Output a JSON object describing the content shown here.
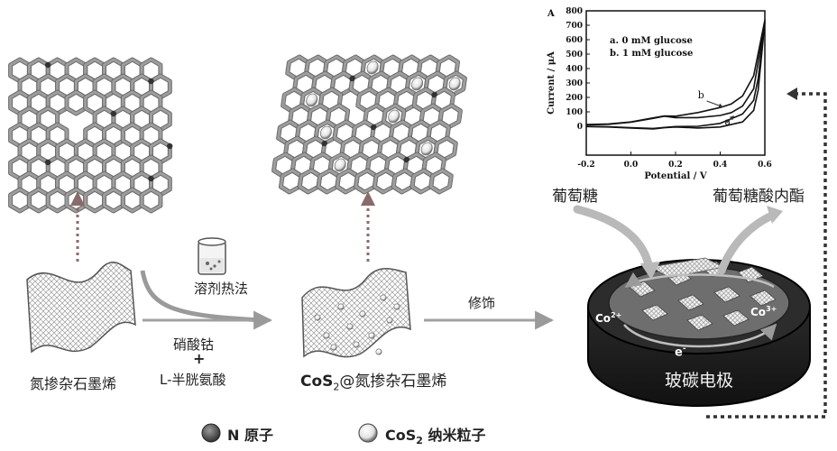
{
  "labels": {
    "n_graphene": "氮掺杂石墨烯",
    "solvothermal": "溶剂热法",
    "cobalt_nitrate": "硝酸钴",
    "plus": "+",
    "l_cysteine": "L-半胱氨酸",
    "product_prefix": "CoS",
    "product_sub": "2",
    "product_suffix": "@氮掺杂石墨烯",
    "modify": "修饰",
    "glucose": "葡萄糖",
    "gluconolactone": "葡萄糖酸内酯",
    "electrode": "玻碳电极",
    "co2": "Co",
    "co2_sup": "2+",
    "co3": "Co",
    "co3_sup": "3+",
    "electron": "e",
    "electron_sup": "-"
  },
  "legend": {
    "n_atom": "N 原子",
    "cos2_prefix": "CoS",
    "cos2_sub": "2",
    "cos2_suffix": " 纳米粒子"
  },
  "chart_data": {
    "type": "line",
    "panel_label": "A",
    "xlabel": "Potential / V",
    "ylabel": "Current / μA",
    "xlim": [
      -0.2,
      0.6
    ],
    "ylim": [
      -200,
      800
    ],
    "xticks": [
      "-0.2",
      "0.0",
      "0.2",
      "0.4",
      "0.6"
    ],
    "yticks": [
      "0",
      "100",
      "200",
      "300",
      "400",
      "500",
      "600",
      "700",
      "800"
    ],
    "legend_entries": [
      "a. 0 mM glucose",
      "b. 1 mM glucose"
    ],
    "curve_labels": [
      "a",
      "b"
    ],
    "series": [
      {
        "name": "a",
        "anodic": [
          [
            -0.2,
            10
          ],
          [
            -0.1,
            14
          ],
          [
            0.0,
            28
          ],
          [
            0.1,
            55
          ],
          [
            0.15,
            70
          ],
          [
            0.2,
            60
          ],
          [
            0.3,
            60
          ],
          [
            0.4,
            75
          ],
          [
            0.45,
            95
          ],
          [
            0.5,
            140
          ],
          [
            0.55,
            260
          ],
          [
            0.6,
            720
          ]
        ],
        "cathodic": [
          [
            0.6,
            720
          ],
          [
            0.57,
            250
          ],
          [
            0.55,
            110
          ],
          [
            0.5,
            30
          ],
          [
            0.4,
            -5
          ],
          [
            0.3,
            -12
          ],
          [
            0.2,
            -5
          ],
          [
            0.15,
            -10
          ],
          [
            0.1,
            -18
          ],
          [
            0.0,
            -12
          ],
          [
            -0.1,
            -5
          ],
          [
            -0.2,
            -2
          ]
        ]
      },
      {
        "name": "b",
        "anodic": [
          [
            -0.2,
            12
          ],
          [
            -0.1,
            16
          ],
          [
            0.0,
            30
          ],
          [
            0.1,
            58
          ],
          [
            0.15,
            72
          ],
          [
            0.2,
            70
          ],
          [
            0.3,
            95
          ],
          [
            0.4,
            130
          ],
          [
            0.45,
            155
          ],
          [
            0.5,
            210
          ],
          [
            0.55,
            350
          ],
          [
            0.6,
            735
          ]
        ],
        "cathodic": [
          [
            0.6,
            735
          ],
          [
            0.57,
            330
          ],
          [
            0.55,
            180
          ],
          [
            0.5,
            85
          ],
          [
            0.4,
            20
          ],
          [
            0.3,
            0
          ],
          [
            0.2,
            -2
          ],
          [
            0.15,
            -8
          ],
          [
            0.1,
            -15
          ],
          [
            0.0,
            -10
          ],
          [
            -0.1,
            -4
          ],
          [
            -0.2,
            0
          ]
        ]
      }
    ]
  }
}
